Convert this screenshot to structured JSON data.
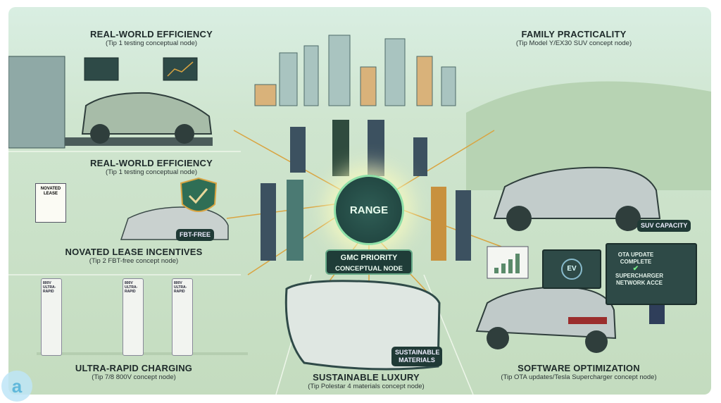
{
  "center": {
    "label": "RANGE",
    "box_line1": "GMC PRIORITY",
    "box_line2": "CONCEPTUAL NODE",
    "icon": "plug-icon"
  },
  "sections": {
    "efficiency_top": {
      "title": "REAL-WORLD EFFICIENCY",
      "subtitle": "(Tip 1 testing conceptual node)"
    },
    "efficiency_mid": {
      "title": "REAL-WORLD EFFICIENCY",
      "subtitle": "(Tip 1 testing conceptual node)"
    },
    "novated": {
      "title": "NOVATED LEASE INCENTIVES",
      "subtitle": "(Tip 2 FBT-free concept node)",
      "document": "NOVATED LEASE",
      "badge": "FBT-FREE"
    },
    "charging": {
      "title": "ULTRA-RAPID CHARGING",
      "subtitle": "(Tip 7/8 800V concept node)",
      "charger_labels": [
        "800V ULTRA-RAPID",
        "800V ULTRA-RAPID",
        "800V ULTRA-RAPID"
      ]
    },
    "luxury": {
      "title": "SUSTAINABLE LUXURY",
      "subtitle": "(Tip Polestar 4 materials concept node)",
      "badge": "SUSTAINABLE MATERIALS"
    },
    "software": {
      "title": "SOFTWARE OPTIMIZATION",
      "subtitle": "(Tip OTA updates/Tesla Supercharger concept node)",
      "gauge": "EV",
      "screen_line1": "OTA UPDATE COMPLETE",
      "screen_line2": "SUPERCHARGER NETWORK ACCE"
    },
    "family": {
      "title": "FAMILY PRACTICALITY",
      "subtitle": "(Tip Model Y/EX30 SUV concept node)",
      "badge": "SUV CAPACITY"
    }
  },
  "colors": {
    "panel": "#cfe5cf",
    "node": "#1f3c38",
    "glow": "#8fe0a8",
    "accent": "#d9a441"
  }
}
